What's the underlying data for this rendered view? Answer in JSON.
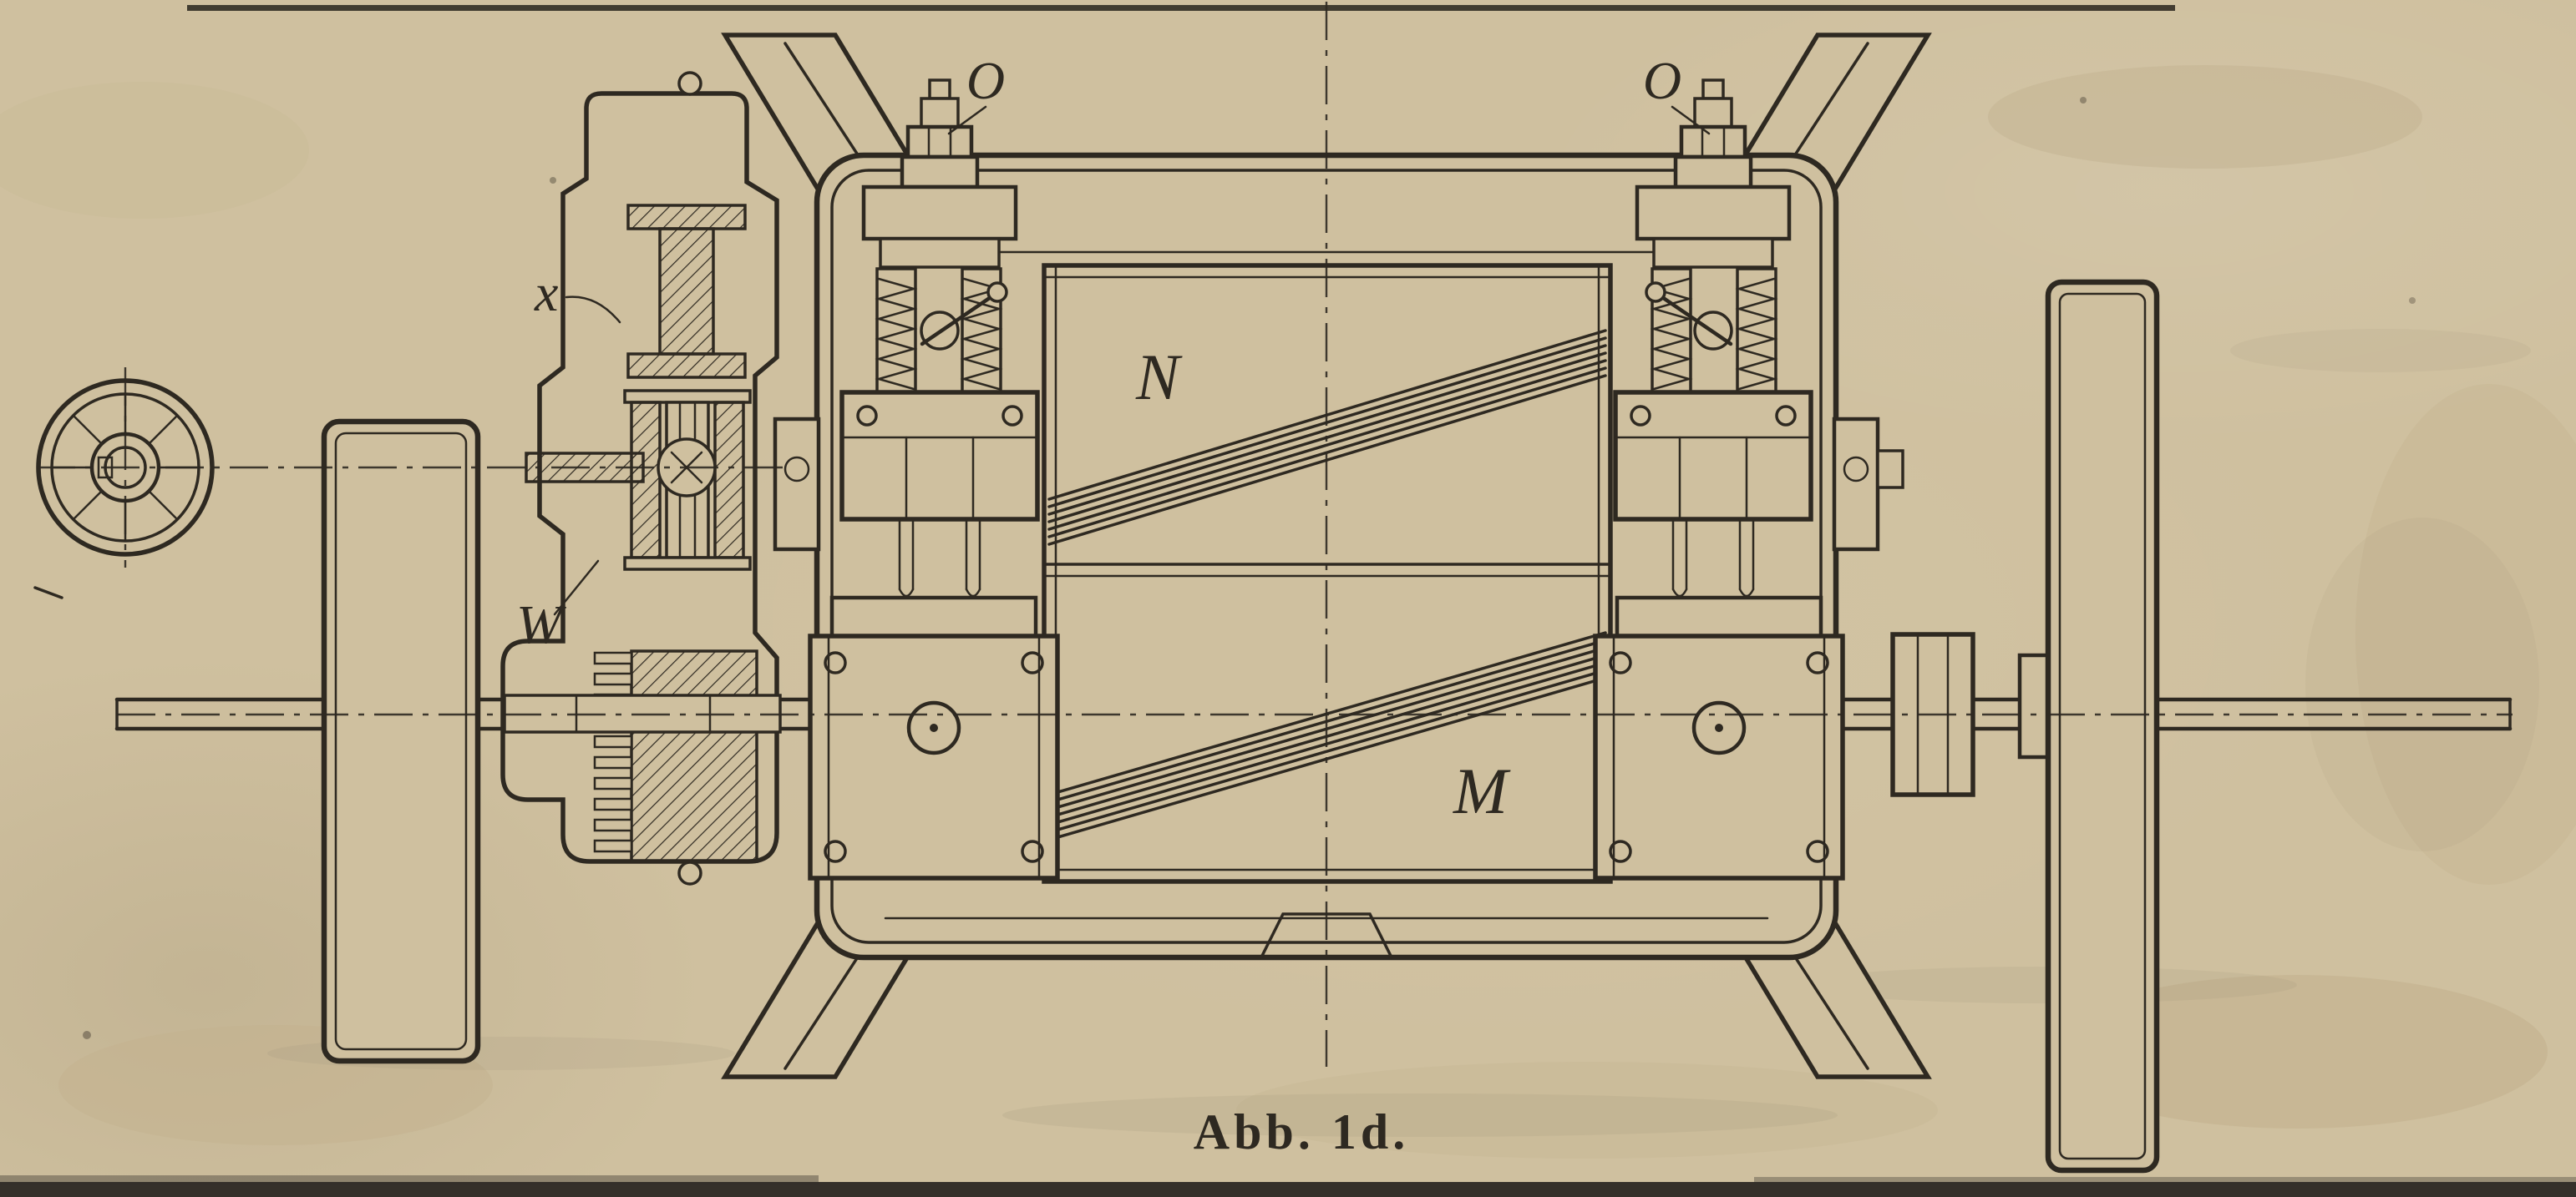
{
  "figure": {
    "caption": "Abb. 1d.",
    "labels": {
      "x": "x",
      "w": "W",
      "n": "N",
      "m": "M",
      "o_left": "O",
      "o_right": "O"
    }
  },
  "colors": {
    "paper": "#cfc09f",
    "ink": "#2e2921"
  }
}
